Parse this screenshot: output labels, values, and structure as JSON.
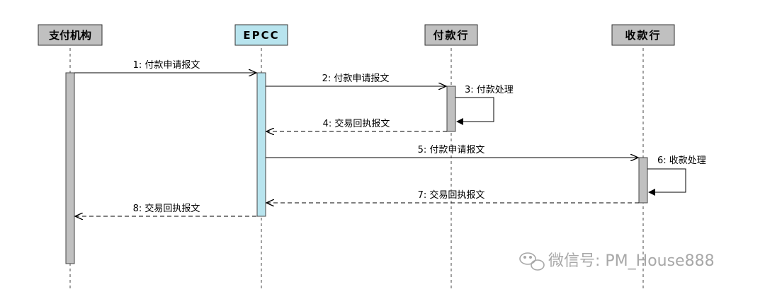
{
  "participants": [
    {
      "id": "payer_inst",
      "label": "支付机构",
      "color": "#c0c0c0"
    },
    {
      "id": "epcc",
      "label": "EPCC",
      "color": "#b8e4ee"
    },
    {
      "id": "pay_bank",
      "label": "付款行",
      "color": "#c0c0c0"
    },
    {
      "id": "recv_bank",
      "label": "收款行",
      "color": "#c0c0c0"
    }
  ],
  "messages": [
    {
      "text": "1: 付款申请报文"
    },
    {
      "text": "2: 付款申请报文"
    },
    {
      "text": "3: 付款处理"
    },
    {
      "text": "4: 交易回执报文"
    },
    {
      "text": "5: 付款申请报文"
    },
    {
      "text": "6: 收款处理"
    },
    {
      "text": "7: 交易回执报文"
    },
    {
      "text": "8: 交易回执报文"
    }
  ],
  "watermark": {
    "text": "微信号: PM_House888",
    "icon": "wechat-icon"
  }
}
